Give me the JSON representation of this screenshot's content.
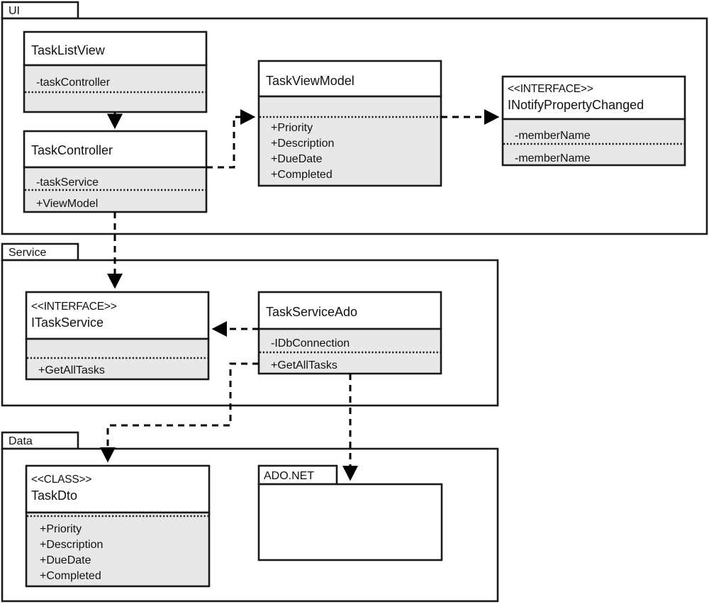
{
  "diagram": {
    "title": "Layered UML class diagram",
    "colors": {
      "stroke": "#1a1a1a",
      "member_fill": "#e8e8e8",
      "header_fill": "#ffffff",
      "background": "#ffffff"
    }
  },
  "packages": [
    {
      "id": "ui",
      "label": "UI"
    },
    {
      "id": "service",
      "label": "Service"
    },
    {
      "id": "data",
      "label": "Data"
    },
    {
      "id": "adonet",
      "label": "ADO.NET"
    }
  ],
  "classes": [
    {
      "id": "tasklistview",
      "stereotype": "",
      "name": "TaskListView",
      "attributes": [
        "-taskController"
      ],
      "operations": []
    },
    {
      "id": "taskcontroller",
      "stereotype": "",
      "name": "TaskController",
      "attributes": [
        "-taskService"
      ],
      "operations": [
        "+ViewModel"
      ]
    },
    {
      "id": "taskviewmodel",
      "stereotype": "",
      "name": "TaskViewModel",
      "attributes": [],
      "operations": [
        "+Priority",
        "+Description",
        "+DueDate",
        "+Completed"
      ]
    },
    {
      "id": "inotifypropertychanged",
      "stereotype": "<<INTERFACE>>",
      "name": "INotifyPropertyChanged",
      "attributes": [
        "-memberName"
      ],
      "operations": [
        "-memberName"
      ]
    },
    {
      "id": "itaskservice",
      "stereotype": "<<INTERFACE>>",
      "name": "ITaskService",
      "attributes": [],
      "operations": [
        "+GetAllTasks"
      ]
    },
    {
      "id": "taskserviceado",
      "stereotype": "",
      "name": "TaskServiceAdo",
      "attributes": [
        "-IDbConnection"
      ],
      "operations": [
        "+GetAllTasks"
      ]
    },
    {
      "id": "taskdto",
      "stereotype": "<<CLASS>>",
      "name": "TaskDto",
      "attributes": [],
      "operations": [
        "+Priority",
        "+Description",
        "+DueDate",
        "+Completed"
      ]
    }
  ],
  "connectors": [
    {
      "id": "tasklistview-to-taskcontroller",
      "from": "TaskListView",
      "to": "TaskController",
      "style": "solid-arrow"
    },
    {
      "id": "taskcontroller-to-taskviewmodel",
      "from": "TaskController",
      "to": "TaskViewModel",
      "style": "dashed-arrow"
    },
    {
      "id": "taskviewmodel-to-inotifypropertychanged",
      "from": "TaskViewModel",
      "to": "INotifyPropertyChanged",
      "style": "dashed-arrow"
    },
    {
      "id": "taskcontroller-to-itaskservice",
      "from": "TaskController",
      "to": "ITaskService",
      "style": "dashed-arrow"
    },
    {
      "id": "taskserviceado-to-itaskservice",
      "from": "TaskServiceAdo",
      "to": "ITaskService",
      "style": "dashed-arrow"
    },
    {
      "id": "taskserviceado-to-taskdto",
      "from": "TaskServiceAdo",
      "to": "TaskDto",
      "style": "dashed-arrow"
    },
    {
      "id": "taskserviceado-to-adonet",
      "from": "TaskServiceAdo",
      "to": "ADO.NET",
      "style": "dashed-arrow"
    }
  ]
}
